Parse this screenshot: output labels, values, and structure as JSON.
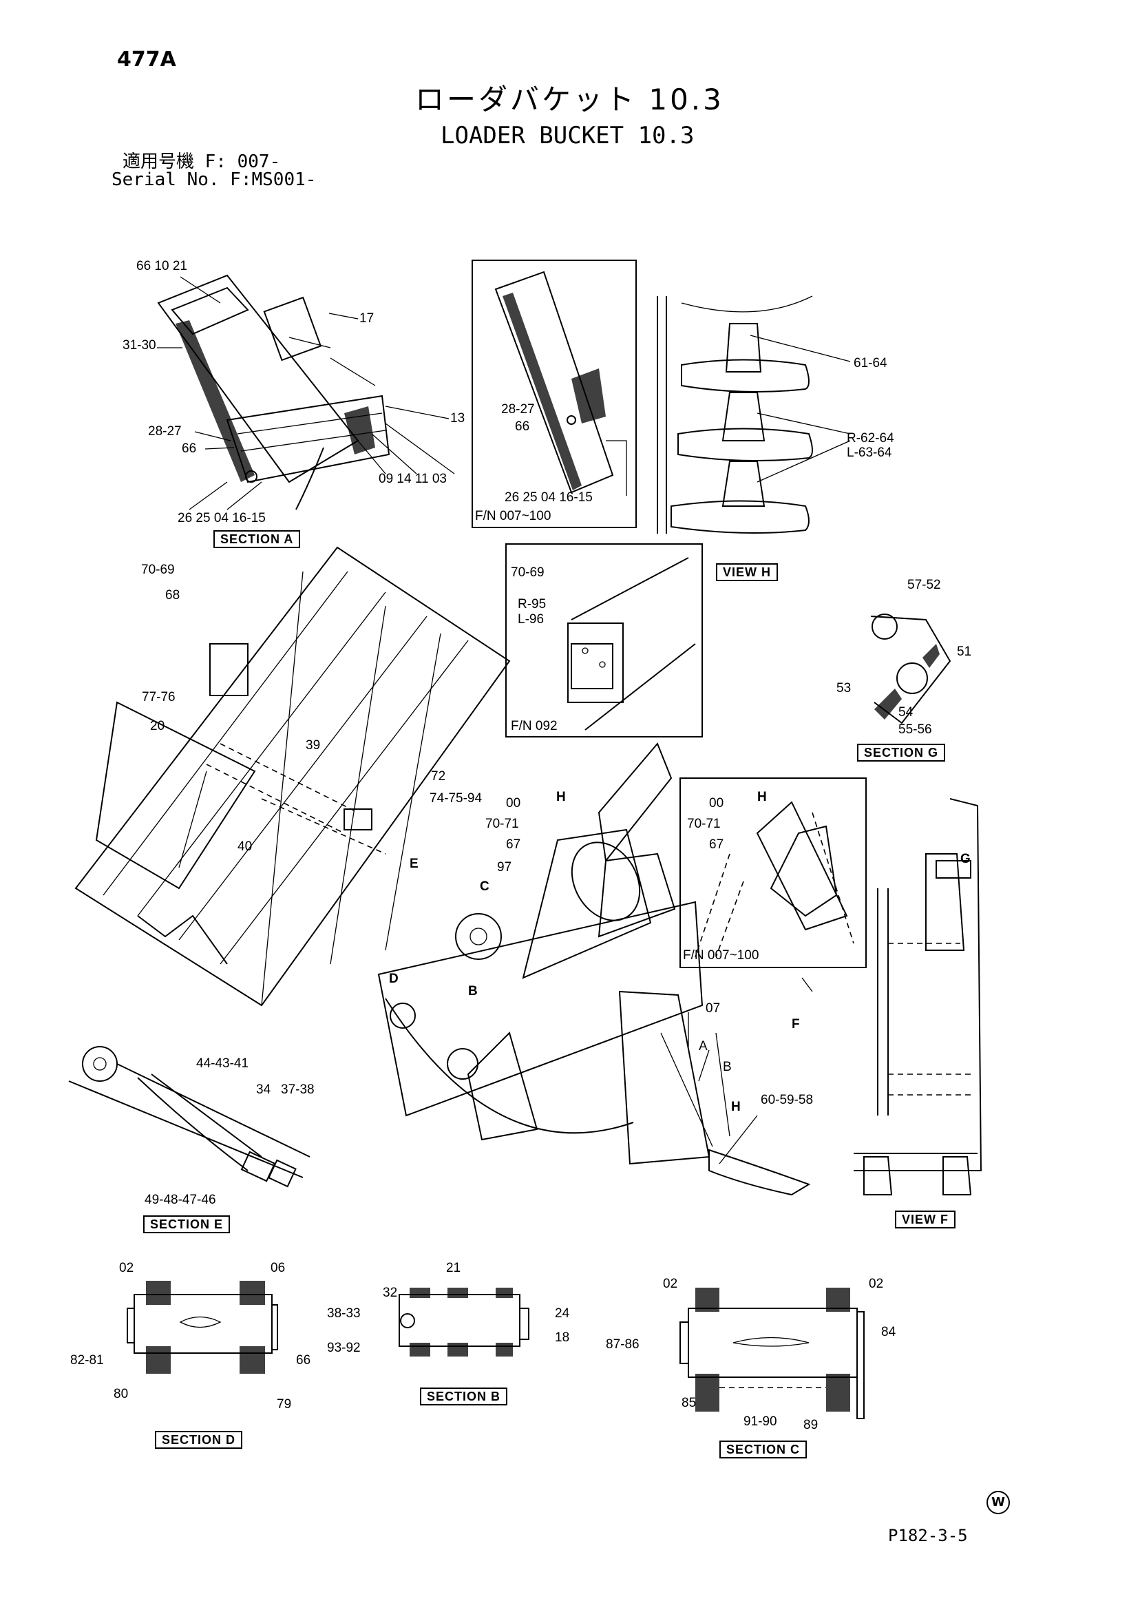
{
  "header": {
    "code": "477A",
    "title_jp": "ローダバケット 10.3",
    "title_en": "LOADER BUCKET 10.3",
    "applicable_jp": "適用号機 F: 007-",
    "serial": "Serial No. F:MS001-"
  },
  "footer": {
    "page_ref": "P182-3-5",
    "watermark": "W"
  },
  "section_titles": {
    "section_a": "SECTION A",
    "section_b": "SECTION B",
    "section_c": "SECTION C",
    "section_d": "SECTION D",
    "section_e": "SECTION E",
    "section_g": "SECTION G",
    "view_h": "VIEW H",
    "view_f": "VIEW F"
  },
  "fn_labels": {
    "fn_007_100_top": "F/N 007~100",
    "fn_092": "F/N 092",
    "fn_007_100_mid": "F/N 007~100"
  },
  "part_labels": {
    "a_66_10_21": "66 10 21",
    "a_17": "17",
    "a_31_30": "31-30",
    "a_13": "13",
    "a_28_27": "28-27",
    "a_66": "66",
    "a_09_14_11_03": "09 14  11  03",
    "a_26_25_04_16_15": "26 25  04 16-15",
    "t_28_27": "28-27",
    "t_66": "66",
    "t_26_25_04_16_15": "26 25 04  16-15",
    "h_61_64": "61-64",
    "h_r_62_64": "R-62-64",
    "h_l_63_64": "L-63-64",
    "b_70_69": "70-69",
    "b_68": "68",
    "b_77_76": "77-76",
    "b_20": "20",
    "b_39": "39",
    "b_72": "72",
    "b_74_75_94": "74-75-94",
    "b_40": "40",
    "f92_70_69": "70-69",
    "f92_r_95": "R-95",
    "f92_l_96": "L-96",
    "g_57_52": "57-52",
    "g_51": "51",
    "g_53": "53",
    "g_54": "54",
    "g_55_56": "55-56",
    "m_00": "00",
    "m_70_71": "70-71",
    "m_67": "67",
    "m_97": "97",
    "n_00": "00",
    "n_70_71": "70-71",
    "n_67": "67",
    "k_07": "07",
    "k_a": "A",
    "k_b": "B",
    "k_60_59_58": "60-59-58",
    "e_44_43_41": "44-43-41",
    "e_34": "34",
    "e_37_38": "37-38",
    "e_49_48_47_46": "49-48-47-46",
    "d_02": "02",
    "d_06": "06",
    "d_82_81": "82-81",
    "d_80": "80",
    "d_66": "66",
    "d_79": "79",
    "sb_21": "21",
    "sb_32": "32",
    "sb_38_33": "38-33",
    "sb_24": "24",
    "sb_18": "18",
    "sb_93_92": "93-92",
    "c_02_l": "02",
    "c_02_r": "02",
    "c_84": "84",
    "c_87_86": "87-86",
    "c_85": "85",
    "c_91_90": "91-90",
    "c_89": "89"
  },
  "view_markers": {
    "m_h": "H",
    "m_e": "E",
    "m_c": "C",
    "m_d": "D",
    "m_b": "B",
    "m_f": "F",
    "m_h2": "H",
    "m_g": "G",
    "m_h3": "H"
  }
}
